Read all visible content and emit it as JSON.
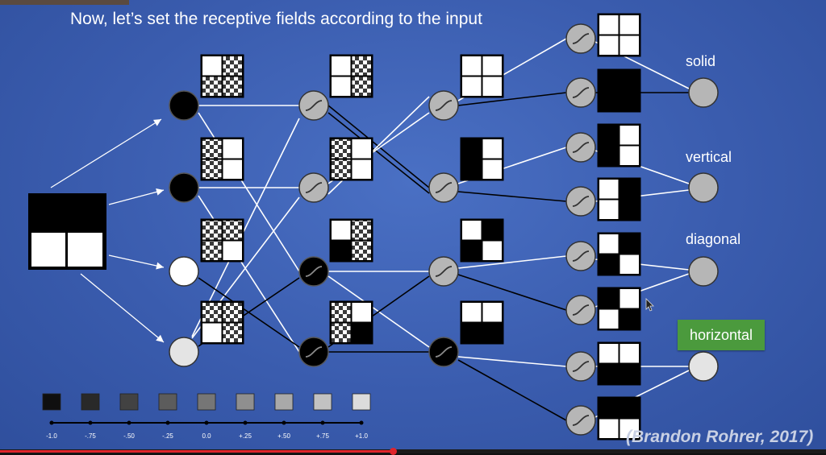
{
  "title": "Now, let’s set the receptive fields according to the input",
  "output_labels": {
    "solid": "solid",
    "vertical": "vertical",
    "diagonal": "diagonal",
    "horizontal": "horizontal"
  },
  "credit": "(Brandon Rohrer, 2017)",
  "colors": {
    "background": "#3a5cae",
    "highlight": "#4b9a3d",
    "progress": "#e0242b"
  },
  "input_pattern": [
    "black",
    "black",
    "white",
    "white"
  ],
  "layer1_fields": [
    [
      "white",
      "checker",
      "checker",
      "checker"
    ],
    [
      "checker",
      "white",
      "checker",
      "white"
    ],
    [
      "checker",
      "checker",
      "checker",
      "white"
    ],
    [
      "checker",
      "checker",
      "white",
      "checker"
    ]
  ],
  "layer1_nodes": [
    "black",
    "black",
    "white",
    "lightgray"
  ],
  "layer2_fields": [
    [
      "white",
      "checker",
      "white",
      "checker"
    ],
    [
      "checker",
      "white",
      "checker",
      "white"
    ],
    [
      "white",
      "checker",
      "black",
      "checker"
    ],
    [
      "checker",
      "white",
      "checker",
      "black"
    ]
  ],
  "layer2_nodes": [
    "gray",
    "gray",
    "black",
    "black"
  ],
  "layer3_fields": [
    [
      "white",
      "white",
      "white",
      "white"
    ],
    [
      "black",
      "white",
      "black",
      "white"
    ],
    [
      "white",
      "black",
      "black",
      "white"
    ],
    [
      "white",
      "white",
      "black",
      "black"
    ]
  ],
  "layer3_nodes": [
    "gray",
    "gray",
    "gray",
    "black"
  ],
  "layer4_fields": [
    [
      "white",
      "white",
      "white",
      "white"
    ],
    [
      "black",
      "black",
      "black",
      "black"
    ],
    [
      "black",
      "white",
      "black",
      "white"
    ],
    [
      "white",
      "black",
      "white",
      "black"
    ],
    [
      "white",
      "black",
      "black",
      "white"
    ],
    [
      "black",
      "white",
      "white",
      "black"
    ],
    [
      "white",
      "white",
      "black",
      "black"
    ],
    [
      "black",
      "black",
      "white",
      "white"
    ]
  ],
  "output_nodes": [
    "gray",
    "gray",
    "gray",
    "lightgray"
  ],
  "weight_scale": {
    "labels": [
      "-1.0",
      "-.75",
      "-.50",
      "-.25",
      "0.0",
      "+.25",
      "+.50",
      "+.75",
      "+1.0"
    ],
    "values": [
      -1.0,
      -0.75,
      -0.5,
      -0.25,
      0.0,
      0.25,
      0.5,
      0.75,
      1.0
    ]
  }
}
